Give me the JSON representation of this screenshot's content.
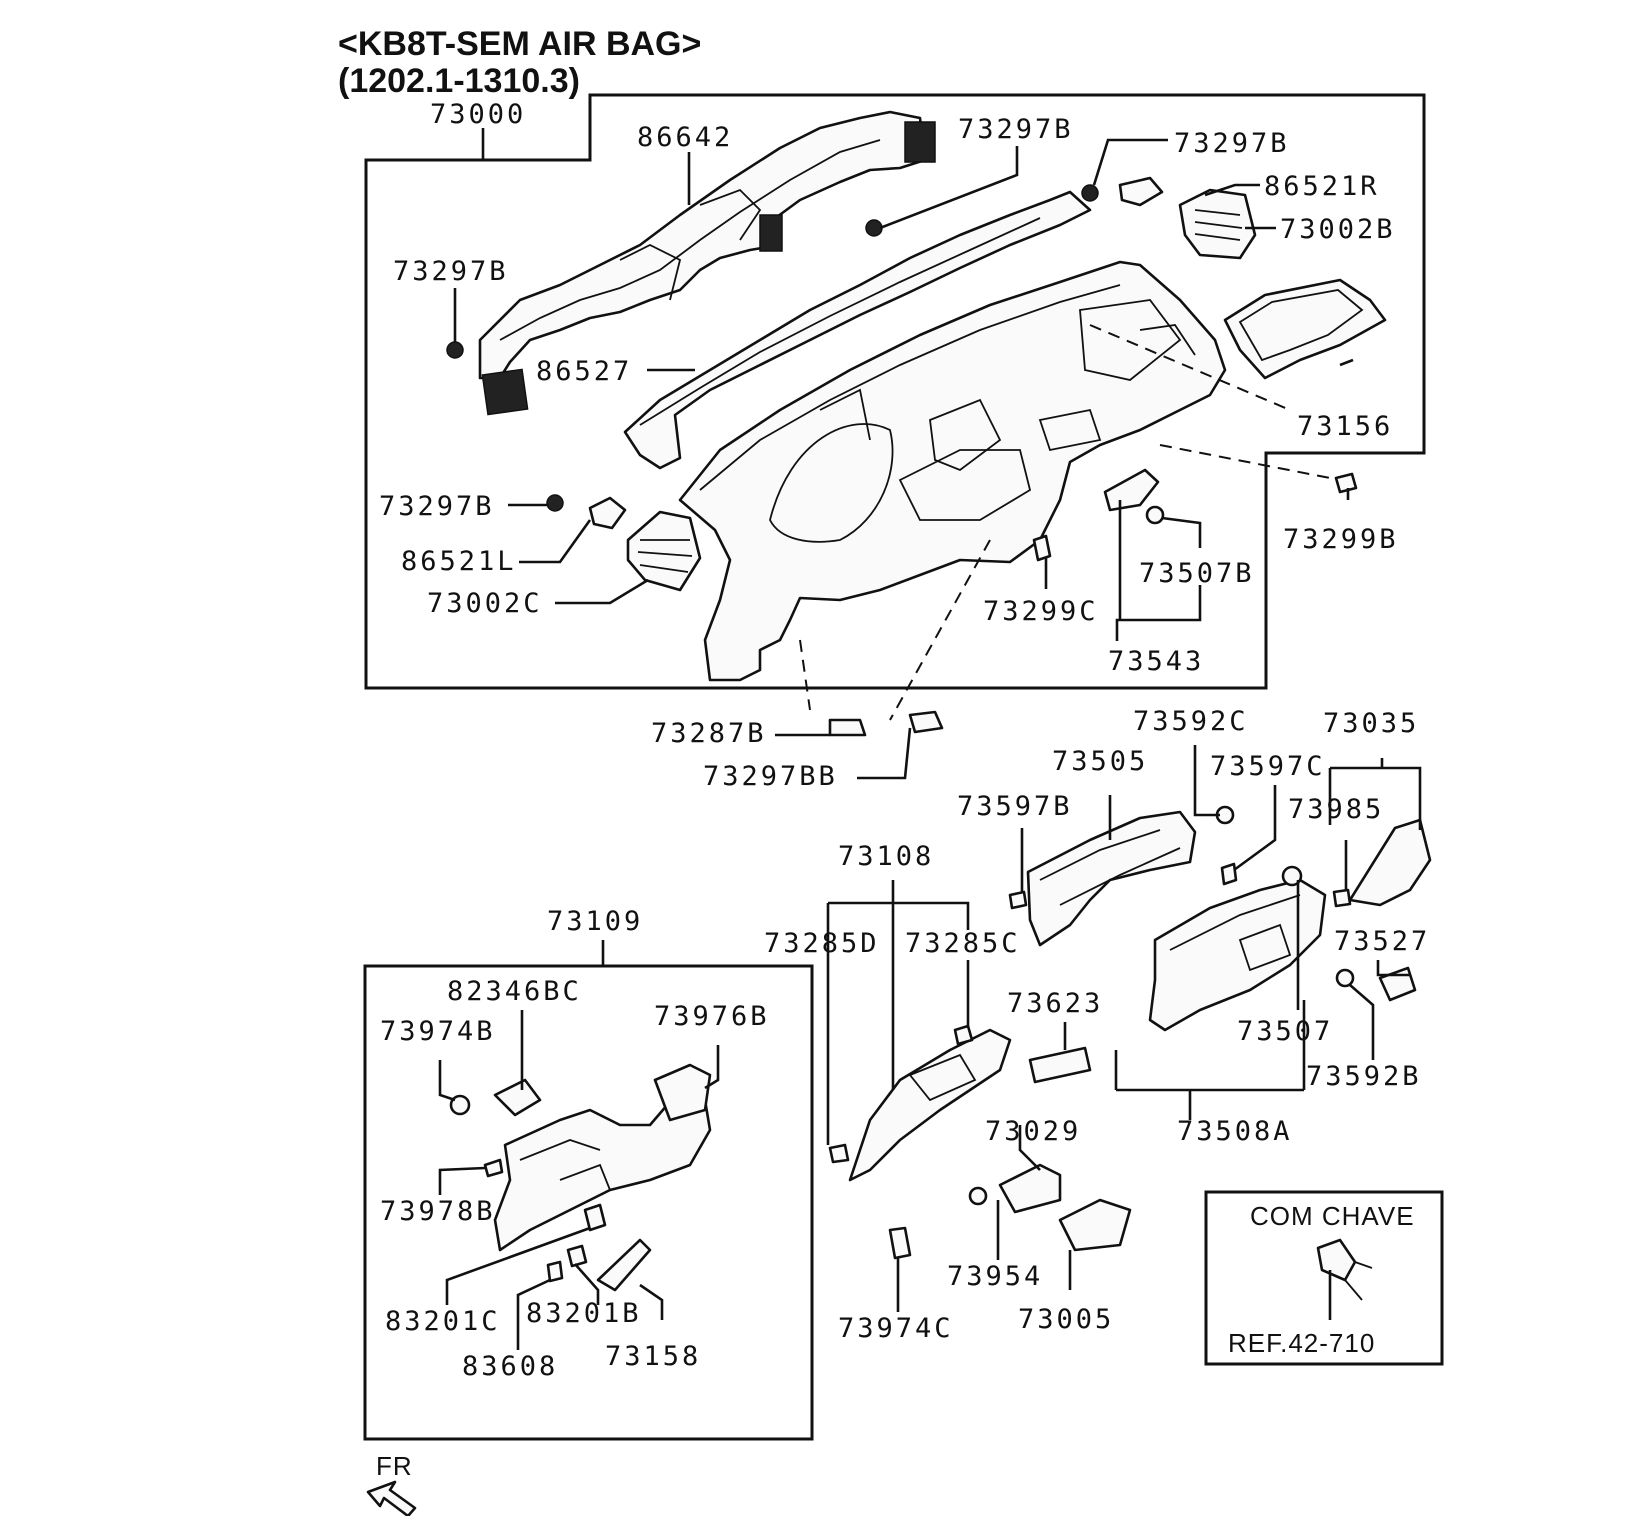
{
  "title": {
    "line1": "<KB8T-SEM AIR BAG>",
    "line2": "(1202.1-1310.3)"
  },
  "labels": {
    "p73000": "73000",
    "p86642": "86642",
    "p73297B_top": "73297B",
    "p73297B_right": "73297B",
    "p86521R": "86521R",
    "p73002B": "73002B",
    "p73297B_left": "73297B",
    "p86527": "86527",
    "p73156": "73156",
    "p73297B_mid": "73297B",
    "p86521L": "86521L",
    "p73002C": "73002C",
    "p73299B": "73299B",
    "p73507B": "73507B",
    "p73299C": "73299C",
    "p73543": "73543",
    "p73287B": "73287B",
    "p73297BB": "73297BB",
    "p73592C": "73592C",
    "p73035": "73035",
    "p73505": "73505",
    "p73597C": "73597C",
    "p73597B": "73597B",
    "p73985": "73985",
    "p73108": "73108",
    "p73285D": "73285D",
    "p73285C": "73285C",
    "p73527": "73527",
    "p73623": "73623",
    "p73507": "73507",
    "p73592B": "73592B",
    "p73109": "73109",
    "p82346BC": "82346BC",
    "p73976B": "73976B",
    "p73974B": "73974B",
    "p73029": "73029",
    "p73508A": "73508A",
    "p73978B": "73978B",
    "p73954": "73954",
    "p73005": "73005",
    "p83201C": "83201C",
    "p83201B": "83201B",
    "p73974C": "73974C",
    "p83608": "83608",
    "p73158": "73158"
  },
  "key_box": {
    "heading": "COM CHAVE",
    "reference": "REF.42-710"
  },
  "direction": {
    "label": "FR"
  }
}
